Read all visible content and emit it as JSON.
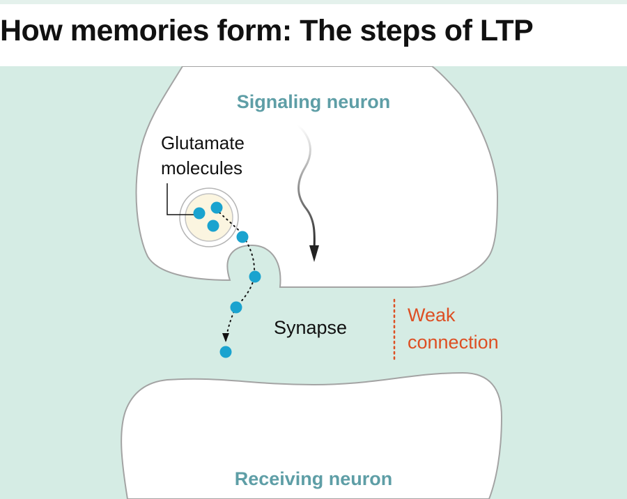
{
  "title": "How memories form: The steps of LTP",
  "labels": {
    "signaling_neuron": "Signaling neuron",
    "glutamate_line1": "Glutamate",
    "glutamate_line2": "molecules",
    "synapse": "Synapse",
    "weak_line1": "Weak",
    "weak_line2": "connection",
    "receiving_neuron": "Receiving neuron"
  },
  "colors": {
    "background_fill": "#d5ece4",
    "neuron_fill": "#ffffff",
    "neuron_stroke": "#a3a3a3",
    "neuron_label": "#5e9ea6",
    "molecule": "#1aa3cf",
    "vesicle_fill": "#fbf5e0",
    "weak_connection": "#dd4f23",
    "text": "#111111"
  }
}
